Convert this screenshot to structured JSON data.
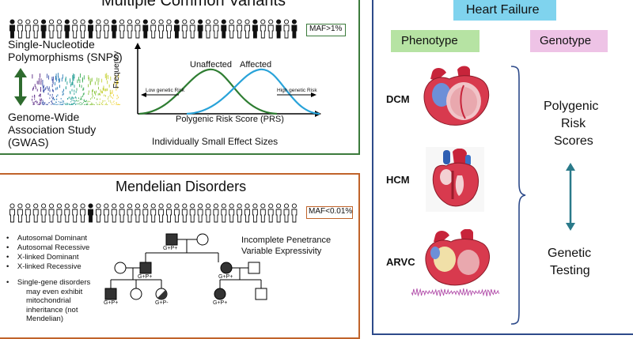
{
  "common": {
    "title": "Multiple Common Variants",
    "maf": "MAF>1%",
    "snp_line1": "Single-Nucleotide",
    "snp_line2": "Polymorphisms (SNPs)",
    "gwas_line1": "Genome-Wide",
    "gwas_line2": "Association Study",
    "gwas_line3": "(GWAS)",
    "effect": "Individually Small Effect Sizes",
    "chart": {
      "ylabel": "Frequency",
      "xlabel": "Polygenic Risk Score (PRS)",
      "unaffected": "Unaffected",
      "affected": "Affected",
      "low_risk": "Low genetic Risk",
      "high_risk": "High genetic Risk"
    },
    "colors": {
      "border": "#3b7a3b",
      "unaffected": "#2e7d32",
      "affected": "#29a3d9"
    }
  },
  "mendelian": {
    "title": "Mendelian Disorders",
    "maf": "MAF<0.01%",
    "bullets": [
      "Autosomal Dominant",
      "Autosomal Recessive",
      "X-linked Dominant",
      "X-linked Recessive"
    ],
    "note_line1": "Single-gene disorders",
    "note_line2": "may even exhibit",
    "note_line3": "mitochondrial",
    "note_line4": "inheritance (not",
    "note_line5": "Mendelian)",
    "penetrance": "Incomplete Penetrance",
    "expressivity": "Variable Expressivity",
    "labels": {
      "gp": "G+P+",
      "gp_minus": "G+P-"
    },
    "colors": {
      "border": "#c0632a"
    }
  },
  "heart": {
    "title": "Heart Failure",
    "phenotype": "Phenotype",
    "genotype": "Genotype",
    "dcm": "DCM",
    "hcm": "HCM",
    "arvc": "ARVC",
    "polygenic_line1": "Polygenic",
    "polygenic_line2": "Risk",
    "polygenic_line3": "Scores",
    "genetic_line1": "Genetic",
    "genetic_line2": "Testing",
    "colors": {
      "title_bg": "#7fd3ee",
      "phenotype_bg": "#b6e3a3",
      "genotype_bg": "#eec3e6",
      "border": "#2d4a8a",
      "arrow": "#2a7a8a"
    }
  }
}
